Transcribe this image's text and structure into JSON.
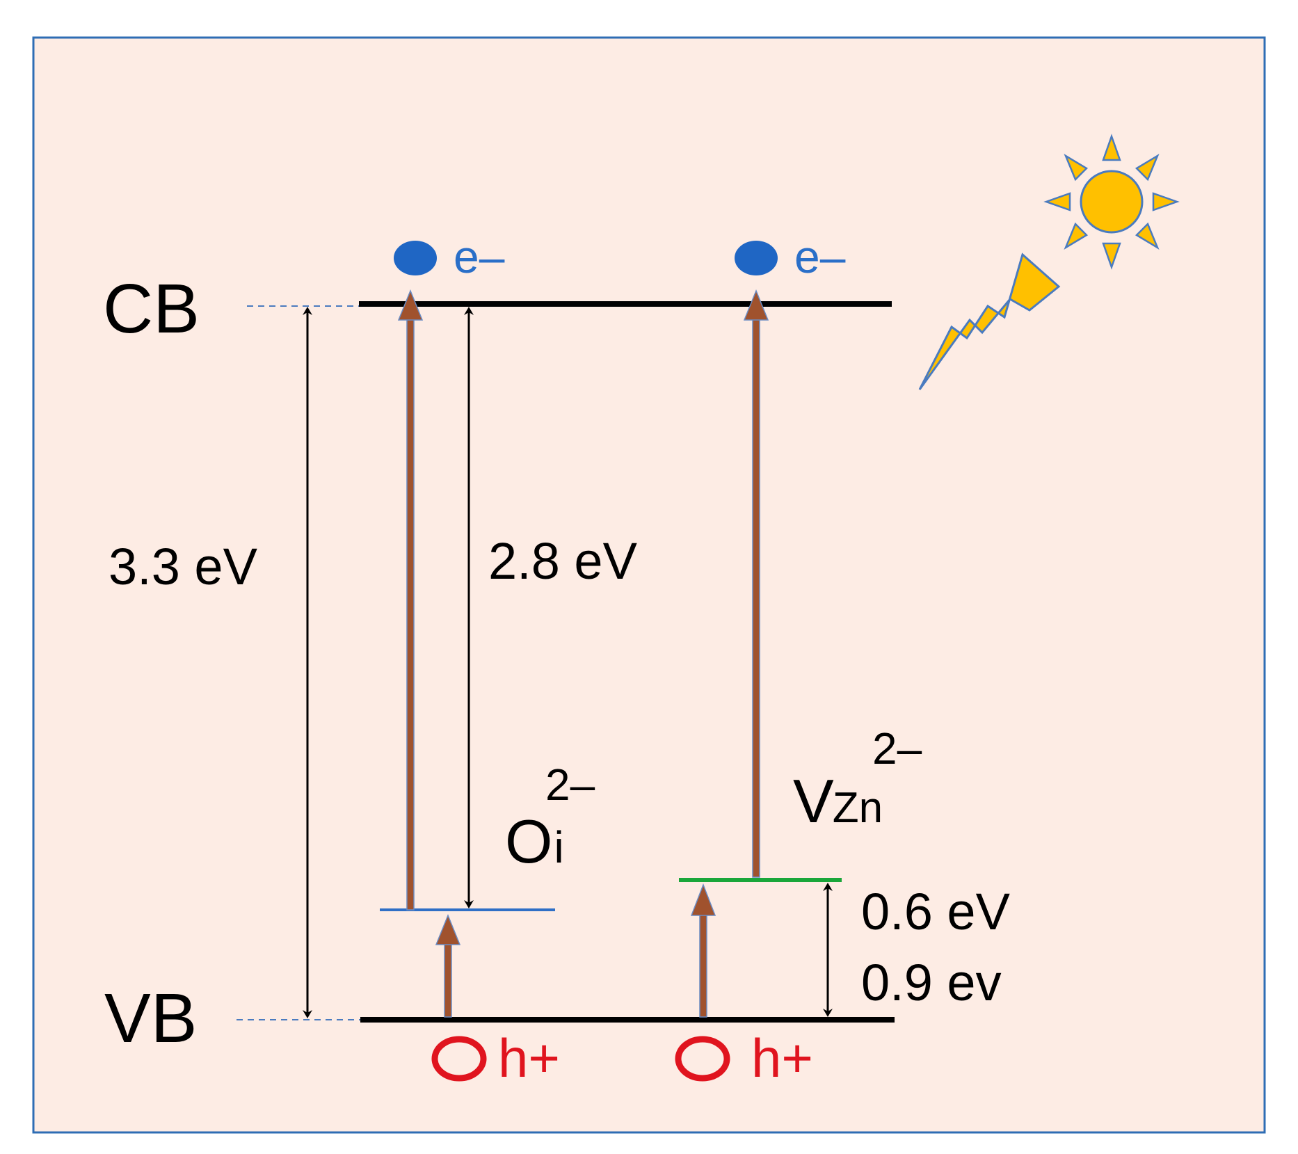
{
  "bands": {
    "cb_label": "CB",
    "vb_label": "VB"
  },
  "gaps": {
    "band_gap": "3.3 eV",
    "oi_gap": "2.8 eV",
    "vzn_gap_a": "0.6 eV",
    "vzn_gap_b": "0.9 ev"
  },
  "defects": {
    "oi": {
      "base": "O",
      "sub": "i",
      "charge": "2–"
    },
    "vzn": {
      "base": "V",
      "sub": "Zn",
      "charge": "2–"
    }
  },
  "carriers": {
    "electron": "e–",
    "hole": "h+"
  },
  "colors": {
    "background": "#fdece4",
    "border": "#2e6db4",
    "band_line": "#000000",
    "oi_level": "#2f6fc6",
    "vzn_level": "#1aa63a",
    "transition_arrow": "#a0522d",
    "electron": "#1f66c4",
    "electron_text": "#2a6fc8",
    "hole": "#e0141e",
    "sun": "#ffc000",
    "sun_outline": "#4a7bbf",
    "lightning": "#ffc000",
    "dashed": "#4a7bbf"
  },
  "icons": {
    "sun": "sun-icon",
    "lightning": "lightning-icon"
  }
}
